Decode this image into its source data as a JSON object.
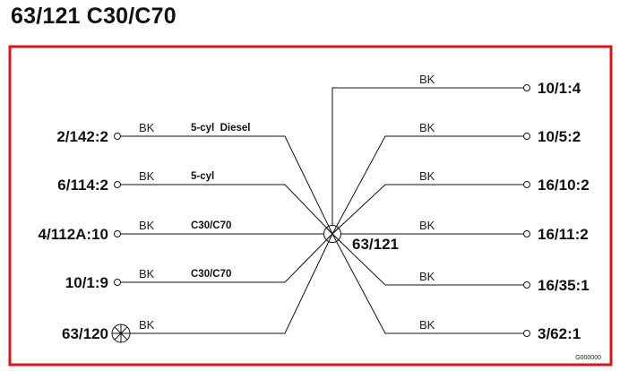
{
  "title": "63/121 C30/C70",
  "frame_color": "#d9141b",
  "splice": {
    "label": "63/121"
  },
  "left": [
    {
      "label": "2/142:2",
      "color": "BK",
      "note": "5-cyl  Diesel",
      "symbol": "open-circle"
    },
    {
      "label": "6/114:2",
      "color": "BK",
      "note": "5-cyl",
      "symbol": "open-circle"
    },
    {
      "label": "4/112A:10",
      "color": "BK",
      "note": "C30/C70",
      "symbol": "open-circle"
    },
    {
      "label": "10/1:9",
      "color": "BK",
      "note": "C30/C70",
      "symbol": "open-circle"
    },
    {
      "label": "63/120",
      "color": "BK",
      "note": "",
      "symbol": "splice-circle"
    }
  ],
  "right": [
    {
      "label": "10/1:4",
      "color": "BK"
    },
    {
      "label": "10/5:2",
      "color": "BK"
    },
    {
      "label": "16/10:2",
      "color": "BK"
    },
    {
      "label": "16/11:2",
      "color": "BK"
    },
    {
      "label": "16/35:1",
      "color": "BK"
    },
    {
      "label": "3/62:1",
      "color": "BK"
    }
  ],
  "footer_code": "G000000"
}
